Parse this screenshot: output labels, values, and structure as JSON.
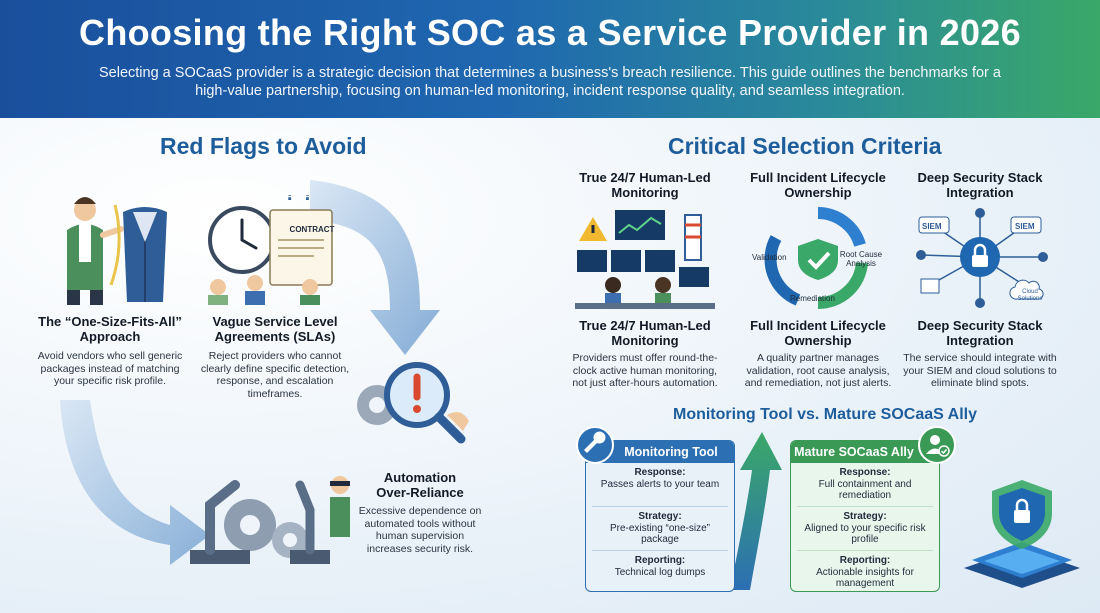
{
  "header": {
    "title": "Choosing the Right SOC as a Service Provider in 2026",
    "subtitle": "Selecting a SOCaaS provider is a strategic decision that determines a business's breach resilience. This guide outlines the benchmarks for a high-value partnership, focusing on human-led monitoring, incident response quality, and seamless integration."
  },
  "red_flags": {
    "title": "Red Flags to Avoid",
    "items": [
      {
        "heading": "The “One-Size-Fits-All” Approach",
        "body": "Avoid vendors who sell generic packages instead of matching your specific risk profile."
      },
      {
        "heading": "Vague Service Level Agreements (SLAs)",
        "body": "Reject providers who cannot clearly define specific detection, response, and escalation timeframes.",
        "contract_label": "CONTRACT"
      },
      {
        "heading": "Automation Over-Reliance",
        "body": "Excessive dependence on automated tools without human supervision increases security risk."
      }
    ]
  },
  "criteria": {
    "title": "Critical Selection Criteria",
    "items": [
      {
        "top": "True 24/7 Human-Led Monitoring",
        "heading": "True 24/7 Human-Led Monitoring",
        "body": "Providers must offer round-the-clock active human monitoring, not just after-hours automation."
      },
      {
        "top": "Full Incident Lifecycle Ownership",
        "heading": "Full Incident Lifecycle Ownership",
        "body": "A quality partner manages validation, root cause analysis, and remediation, not just alerts.",
        "cycle_labels": {
          "validation": "Validation",
          "rca": "Root Cause Analysis",
          "remediation": "Remediation"
        }
      },
      {
        "top": "Deep Security Stack Integration",
        "heading": "Deep Security Stack Integration",
        "body": "The service should integrate with your SIEM and cloud solutions to eliminate blind spots.",
        "node_labels": {
          "siem_left": "SIEM",
          "siem_right": "SIEM",
          "cloud": "Cloud Solutions"
        }
      }
    ]
  },
  "comparison": {
    "title": "Monitoring Tool vs. Mature SOCaaS Ally",
    "left": {
      "header": "Monitoring Tool",
      "rows": [
        {
          "label": "Response:",
          "value": "Passes alerts to your team"
        },
        {
          "label": "Strategy:",
          "value": "Pre-existing “one-size” package"
        },
        {
          "label": "Reporting:",
          "value": "Technical log dumps"
        }
      ]
    },
    "right": {
      "header": "Mature SOCaaS Ally",
      "rows": [
        {
          "label": "Response:",
          "value": "Full containment and remediation"
        },
        {
          "label": "Strategy:",
          "value": "Aligned to your specific risk profile"
        },
        {
          "label": "Reporting:",
          "value": "Actionable insights for management"
        }
      ]
    }
  },
  "colors": {
    "brand_blue": "#1e5d9c",
    "brand_green": "#3a9a55",
    "header_gradient_start": "#1a4f9c",
    "header_gradient_end": "#3aa868"
  }
}
